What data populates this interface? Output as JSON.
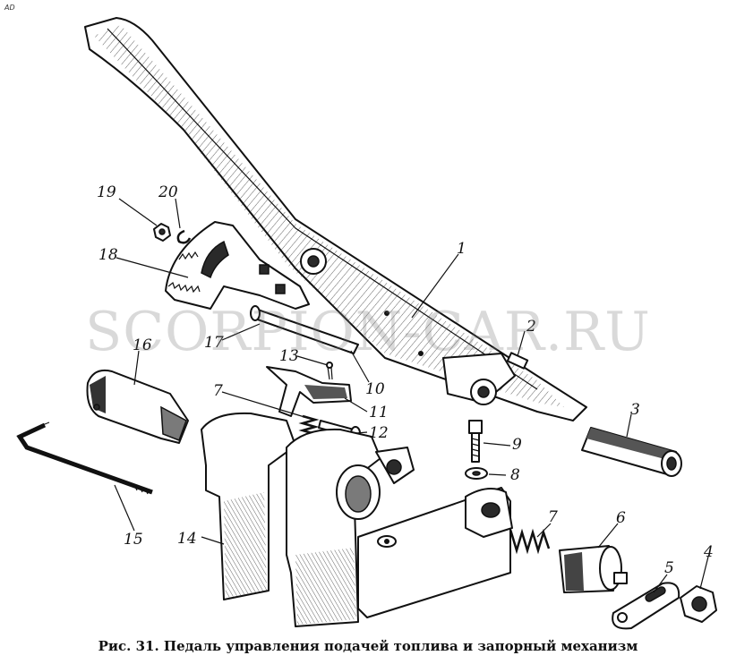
{
  "caption": "Рис. 31. Педаль управления подачей топлива и запорный механизм",
  "watermark": "SCORPION-CAR.RU",
  "corner_mark": "AD",
  "parts": [
    {
      "id": "p1",
      "number": "1"
    },
    {
      "id": "p2",
      "number": "2"
    },
    {
      "id": "p3",
      "number": "3"
    },
    {
      "id": "p4",
      "number": "4"
    },
    {
      "id": "p5",
      "number": "5"
    },
    {
      "id": "p6",
      "number": "6"
    },
    {
      "id": "p7a",
      "number": "7"
    },
    {
      "id": "p7b",
      "number": "7"
    },
    {
      "id": "p8",
      "number": "8"
    },
    {
      "id": "p9",
      "number": "9"
    },
    {
      "id": "p10",
      "number": "10"
    },
    {
      "id": "p11",
      "number": "11"
    },
    {
      "id": "p12",
      "number": "12"
    },
    {
      "id": "p13",
      "number": "13"
    },
    {
      "id": "p14",
      "number": "14"
    },
    {
      "id": "p15",
      "number": "15"
    },
    {
      "id": "p16",
      "number": "16"
    },
    {
      "id": "p17",
      "number": "17"
    },
    {
      "id": "p18",
      "number": "18"
    },
    {
      "id": "p19",
      "number": "19"
    },
    {
      "id": "p20",
      "number": "20"
    }
  ]
}
